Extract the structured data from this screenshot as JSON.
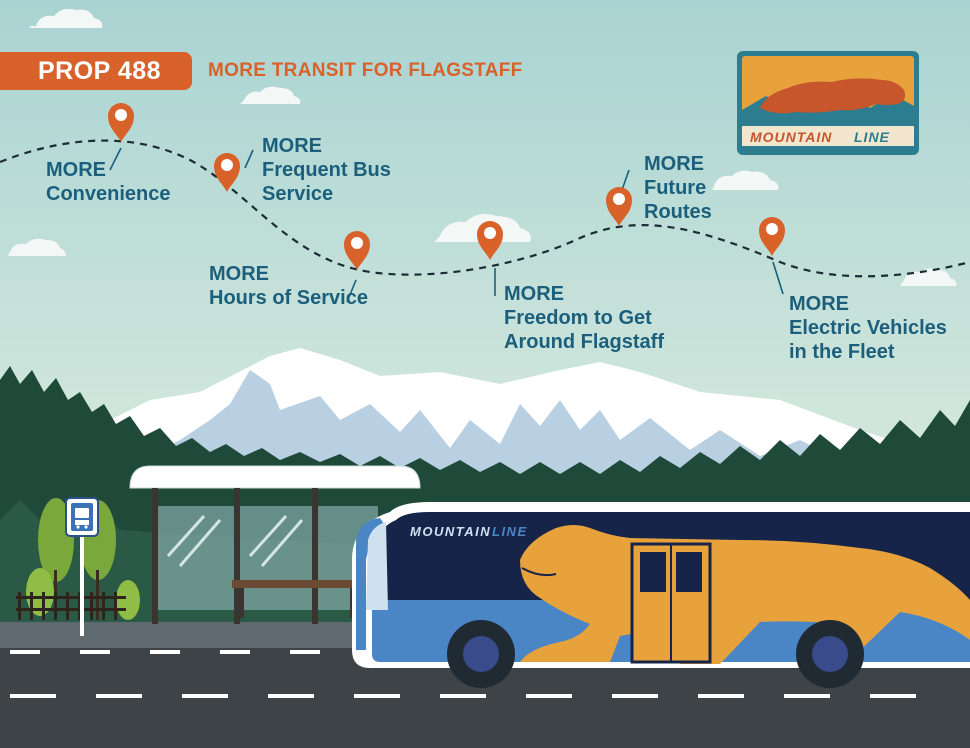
{
  "header": {
    "badge": "PROP 488",
    "tagline": "MORE TRANSIT FOR FLAGSTAFF"
  },
  "logo": {
    "word1": "MOUNTAIN",
    "word2": "LINE"
  },
  "bus": {
    "word1": "MOUNTAIN",
    "word2": "LINE"
  },
  "benefits": [
    {
      "line1": "MORE",
      "line2": "Convenience",
      "line3": ""
    },
    {
      "line1": "MORE",
      "line2": "Frequent Bus",
      "line3": "Service"
    },
    {
      "line1": "MORE",
      "line2": "Hours of Service",
      "line3": ""
    },
    {
      "line1": "MORE",
      "line2": "Freedom to Get",
      "line3": "Around Flagstaff"
    },
    {
      "line1": "MORE",
      "line2": "Future",
      "line3": "Routes"
    },
    {
      "line1": "MORE",
      "line2": "Electric Vehicles",
      "line3": "in the Fleet"
    }
  ],
  "colors": {
    "accent_orange": "#d9622b",
    "text_blue": "#1b5f7c",
    "bus_navy": "#16244a",
    "bus_blue": "#4a86c5",
    "lion_gold": "#e8a23c",
    "forest": "#1f4a3a"
  }
}
